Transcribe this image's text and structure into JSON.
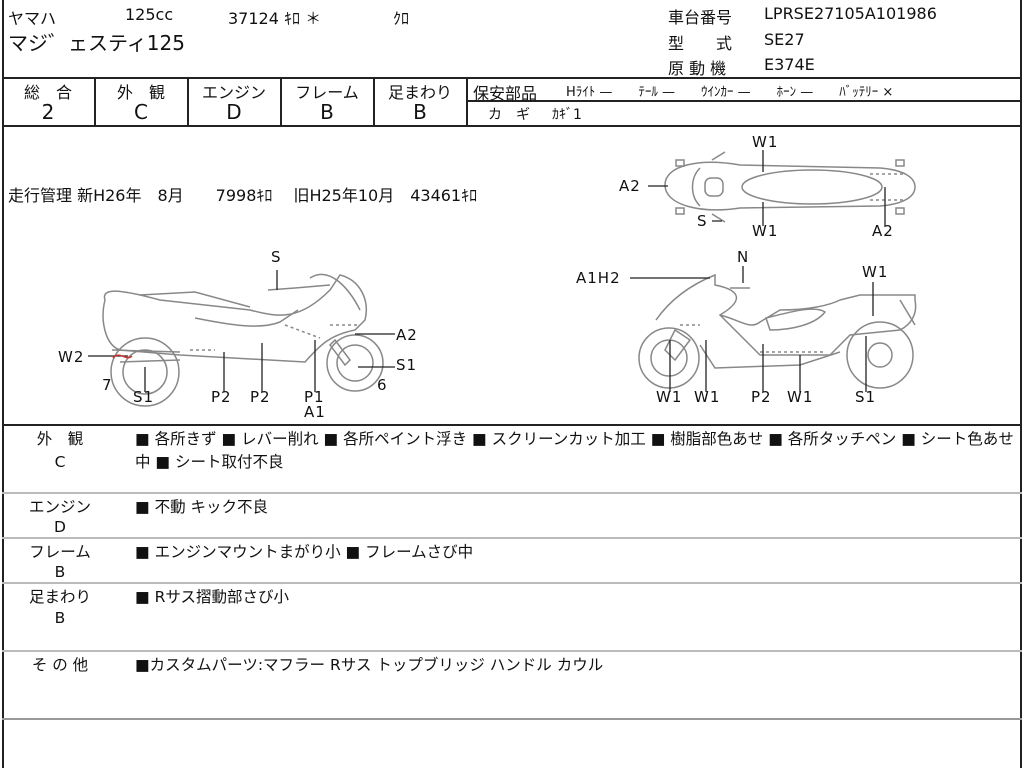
{
  "header": {
    "maker": "ヤマハ",
    "displacement": "125cc",
    "mileage": "37124 ｷﾛ ＊",
    "color": "ｸﾛ",
    "model_name": "マジ゛ェスティ125",
    "frame_no_label": "車台番号",
    "frame_no": "LPRSE27105A101986",
    "type_label": "型　　式",
    "type": "SE27",
    "engine_label": "原 動 機",
    "engine": "E374E"
  },
  "grades": [
    {
      "label": "総　合",
      "value": "2"
    },
    {
      "label": "外　観",
      "value": "C"
    },
    {
      "label": "エンジン",
      "value": "D"
    },
    {
      "label": "フレーム",
      "value": "B"
    },
    {
      "label": "足まわり",
      "value": "B"
    }
  ],
  "safety": {
    "label": "保安部品",
    "items": "Hﾗｲﾄ —　　ﾃｰﾙ —　　ｳｲﾝｶｰ —　　ﾎｰﾝ —　　ﾊﾞｯﾃﾘｰ ×",
    "key_label": "カ　ギ",
    "key": "ｶｷﾞ1"
  },
  "running_record": "走行管理 新H26年　8月　　7998ｷﾛ　 旧H25年10月　43461ｷﾛ",
  "diagram_labels": {
    "left": [
      "S",
      "W2",
      "7",
      "S1",
      "P2",
      "P2",
      "P1",
      "A1",
      "A2",
      "S1",
      "6"
    ],
    "top": [
      "W1",
      "A2",
      "S",
      "W1",
      "A2"
    ],
    "right": [
      "N",
      "A1H2",
      "W1",
      "W1",
      "W1",
      "P2",
      "W1",
      "S1"
    ]
  },
  "comments": [
    {
      "head": "外　観",
      "grade": "C",
      "text": "■ 各所きず ■ レバー削れ ■ 各所ペイント浮き ■ スクリーンカット加工 ■ 樹脂部色あせ ■ 各所タッチペン ■ シート色あせ中 ■ シート取付不良"
    },
    {
      "head": "エンジン",
      "grade": "D",
      "text": "■ 不動 キック不良"
    },
    {
      "head": "フレーム",
      "grade": "B",
      "text": "■ エンジンマウントまがり小 ■ フレームさび中"
    },
    {
      "head": "足まわり",
      "grade": "B",
      "text": "■ Rサス摺動部さび小"
    },
    {
      "head": "そ の 他",
      "grade": "",
      "text": "■カスタムパーツ:マフラー Rサス トップブリッジ ハンドル カウル"
    }
  ]
}
